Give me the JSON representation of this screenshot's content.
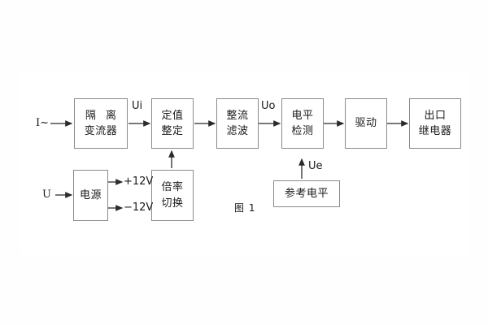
{
  "figure": {
    "caption": "图 1",
    "blocks": [
      {
        "id": "isolation-ct",
        "lines": [
          "隔 离",
          "变流器"
        ]
      },
      {
        "id": "setting",
        "lines": [
          "定值",
          "整定"
        ]
      },
      {
        "id": "rectify-filter",
        "lines": [
          "整流",
          "滤波"
        ]
      },
      {
        "id": "level-detect",
        "lines": [
          "电平",
          "检测"
        ]
      },
      {
        "id": "drive",
        "lines": [
          "驱动"
        ]
      },
      {
        "id": "output-relay",
        "lines": [
          "出口",
          "继电器"
        ]
      },
      {
        "id": "power-supply",
        "lines": [
          "电源"
        ]
      },
      {
        "id": "ratio-switch",
        "lines": [
          "倍率",
          "切换"
        ]
      },
      {
        "id": "reference-level",
        "lines": [
          "参考电平"
        ]
      }
    ],
    "signals": {
      "input_current": "I~",
      "input_voltage": "U",
      "ui": "Ui",
      "uo": "Uo",
      "ue": "Ue",
      "supply_positive": "+12V",
      "supply_negative": "−12V"
    },
    "colors": {
      "box_border": "#8a8a8a",
      "wire": "#2b2b2b",
      "text": "#1a1a1a",
      "background": "#ffffff"
    }
  }
}
